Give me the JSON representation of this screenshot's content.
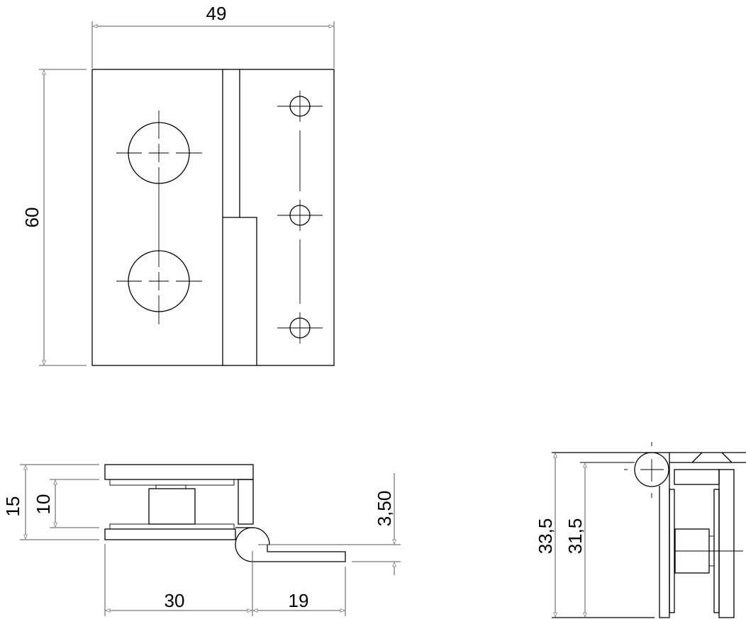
{
  "front_view": {
    "width_label": "49",
    "height_label": "60"
  },
  "side_view": {
    "dim_15": "15",
    "dim_10": "10",
    "dim_30": "30",
    "dim_19": "19",
    "dim_3_50": "3,50"
  },
  "end_view": {
    "dim_33_5": "33,5",
    "dim_31_5": "31,5"
  }
}
